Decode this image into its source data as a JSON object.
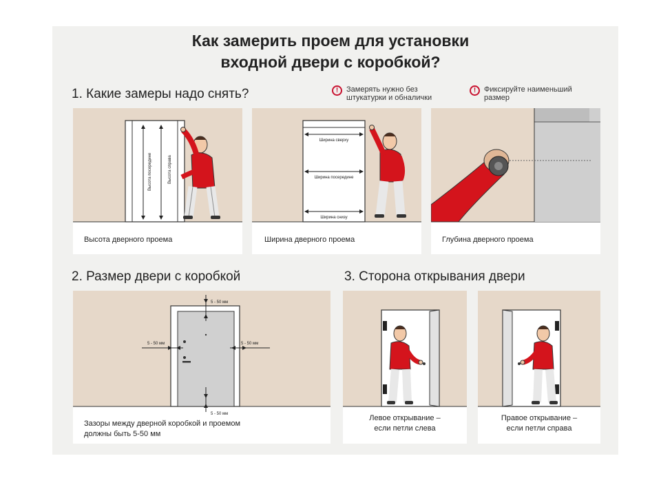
{
  "title": {
    "line1": "Как замерить проем для установки",
    "line2": "входной двери с коробкой?"
  },
  "section1": {
    "heading": "1. Какие замеры надо снять?",
    "warnings": [
      {
        "icon": "exclamation-icon",
        "text": "Замерять нужно без\nштукатурки и обналички"
      },
      {
        "icon": "exclamation-icon",
        "text": "Фиксируйте наименьший\nразмер"
      }
    ],
    "panels": [
      {
        "caption": "Высота дверного проема",
        "labels": [
          "Высота посередине",
          "Высота справа"
        ]
      },
      {
        "caption": "Ширина дверного проема",
        "labels": [
          "Ширина сверху",
          "Ширина посередине",
          "Ширина снизу"
        ]
      },
      {
        "caption": "Глубина дверного проема"
      }
    ]
  },
  "section2": {
    "heading": "2. Размер двери с коробкой",
    "gap_label": "5 - 50 мм",
    "caption_line1": "Зазоры между дверной коробкой и проемом",
    "caption_line2": "должны быть 5-50 мм"
  },
  "section3": {
    "heading": "3. Сторона открывания двери",
    "left": {
      "line1": "Левое открывание –",
      "line2": "если петли слева"
    },
    "right": {
      "line1": "Правое открывание –",
      "line2": "если петли справа"
    }
  },
  "colors": {
    "wall": "#e6d8c9",
    "floor": "#ffffff",
    "shirt": "#d4141c",
    "accent": "#c8102e",
    "concrete": "#cfcfcf"
  }
}
